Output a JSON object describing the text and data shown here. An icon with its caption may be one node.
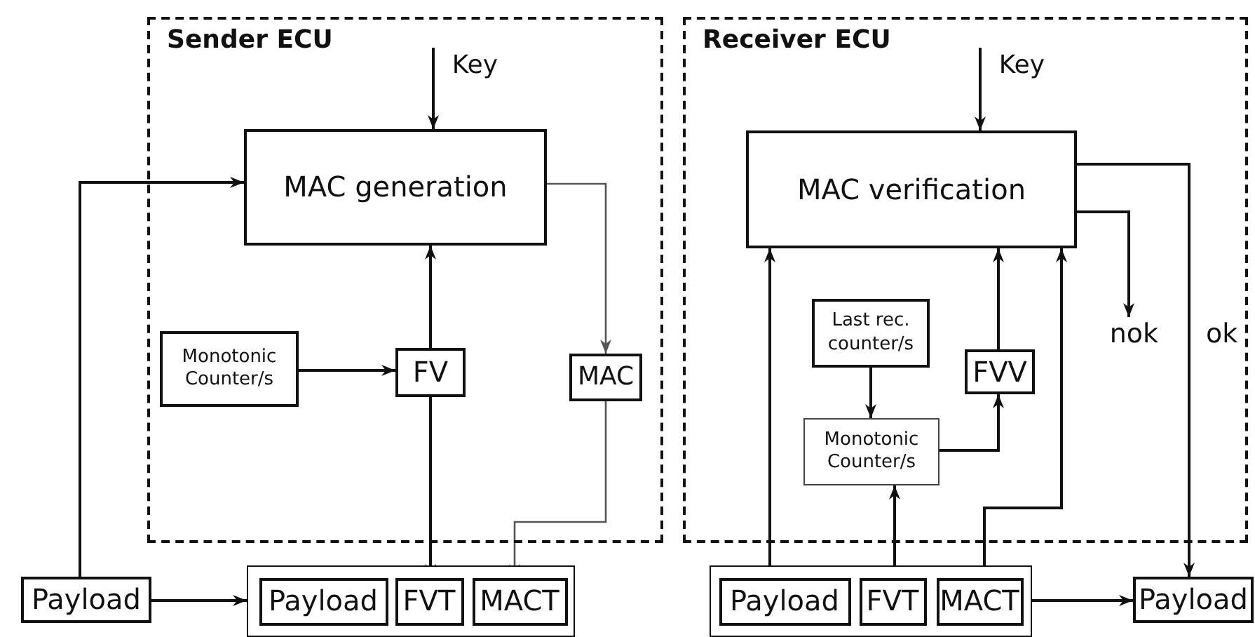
{
  "diagram": {
    "nodes": [
      {
        "text": [
          "Sender ECU"
        ]
      },
      {
        "text": [
          "Key"
        ],
        "in": 0
      },
      {
        "text": [
          "MAC generation"
        ],
        "in": 0
      },
      {
        "text": [
          "Monotonic Counter/s"
        ],
        "in": 0
      },
      {
        "text": [
          "FV"
        ],
        "in": 0
      },
      {
        "text": [
          "MAC"
        ],
        "in": 0
      },
      {
        "text": [
          "Payload"
        ]
      },
      {
        "text": [],
        "shape": "box"
      },
      {
        "text": [
          "Payload"
        ],
        "in": 7
      },
      {
        "text": [
          "FVT"
        ],
        "in": 7
      },
      {
        "text": [
          "MACT"
        ],
        "in": 7
      },
      {
        "text": [
          "Receiver ECU"
        ]
      },
      {
        "text": [
          "Key"
        ],
        "in": 11
      },
      {
        "text": [
          "MAC verification"
        ],
        "in": 11
      },
      {
        "text": [
          "Last rec. counter/s"
        ],
        "in": 11
      },
      {
        "text": [
          "Monotonic Counter/s"
        ],
        "in": 11
      },
      {
        "text": [
          "FVV"
        ],
        "in": 11
      },
      {
        "text": [
          "nok"
        ],
        "in": 11
      },
      {
        "text": [],
        "shape": "box"
      },
      {
        "text": [
          "Payload"
        ],
        "in": 18
      },
      {
        "text": [
          "FVT"
        ],
        "in": 18
      },
      {
        "text": [
          "MACT"
        ],
        "in": 18
      },
      {
        "text": [
          "Payload"
        ]
      }
    ],
    "edges": [
      {
        "from": 1,
        "to": 2,
        "arrow": "to"
      },
      {
        "from": 6,
        "to": 2,
        "arrow": "to"
      },
      {
        "from": 6,
        "to": 7,
        "arrow": "to"
      },
      {
        "from": 3,
        "to": 4,
        "arrow": "to"
      },
      {
        "from": 4,
        "to": 2,
        "arrow": "to"
      },
      {
        "from": 4,
        "to": 9,
        "arrow": "to"
      },
      {
        "from": 2,
        "to": 5,
        "arrow": "to",
        "color": "#555555"
      },
      {
        "from": 5,
        "to": 10,
        "arrow": "to",
        "color": "#555555"
      },
      {
        "from": 12,
        "to": 13,
        "arrow": "to"
      },
      {
        "from": 19,
        "to": 13,
        "arrow": "to"
      },
      {
        "from": 20,
        "to": 15,
        "arrow": "to"
      },
      {
        "from": 21,
        "to": 13,
        "arrow": "to"
      },
      {
        "from": 14,
        "to": 15,
        "arrow": "to"
      },
      {
        "from": 15,
        "to": 16,
        "arrow": "to"
      },
      {
        "from": 16,
        "to": 13,
        "arrow": "to"
      },
      {
        "from": 13,
        "to": 17,
        "arrow": "to"
      },
      {
        "from": 13,
        "to": 22,
        "arrow": "to",
        "label": "ok"
      },
      {
        "from": 18,
        "to": 22,
        "arrow": "to"
      }
    ]
  }
}
